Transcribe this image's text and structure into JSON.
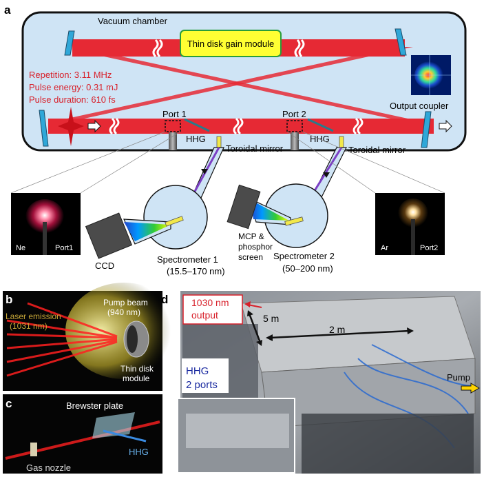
{
  "panel_a": {
    "letter": "a",
    "vacuum_chamber": "Vacuum chamber",
    "gain_module": "Thin disk gain module",
    "params": [
      "Repetition: 3.11 MHz",
      "Pulse energy: 0.31 mJ",
      "Pulse duration: 610 fs"
    ],
    "output_coupler": "Output coupler",
    "port1": "Port 1",
    "port2": "Port 2",
    "hhg1": "HHG",
    "hhg2": "HHG",
    "toroidal1": "Toroidal mirror",
    "toroidal2": "Toroidal mirror",
    "ccd": "CCD",
    "mcp": [
      "MCP &",
      "phosphor",
      "screen"
    ],
    "spec1": [
      "Spectrometer 1",
      "(15.5–170 nm)"
    ],
    "spec2": [
      "Spectrometer 2",
      "(50–200 nm)"
    ],
    "inset1": {
      "gas": "Ne",
      "port": "Port1"
    },
    "inset2": {
      "gas": "Ar",
      "port": "Port2"
    }
  },
  "panel_b": {
    "letter": "b",
    "laser": [
      "Laser emission",
      "(1031 nm)"
    ],
    "pump": [
      "Pump beam",
      "(940 nm)"
    ],
    "disk": [
      "Thin disk",
      "module"
    ]
  },
  "panel_c": {
    "letter": "c",
    "brewster": "Brewster plate",
    "hhg": "HHG",
    "nozzle": "Gas nozzle"
  },
  "panel_d": {
    "letter": "d",
    "output": [
      "1030 nm",
      "output"
    ],
    "dim_5m": "5 m",
    "dim_2m": "2 m",
    "hhg": [
      "HHG",
      "2 ports"
    ],
    "pump": "Pump"
  },
  "colors": {
    "chamber_fill": "#cfe4f5",
    "beam": "#e8202a",
    "gain_fill": "#ffff33",
    "gain_border": "#2a9d3a",
    "mirror": "#2fa7d8",
    "xuv": "#7b3fc4",
    "label_red": "#d8202a",
    "label_blue": "#1a2aa0"
  }
}
